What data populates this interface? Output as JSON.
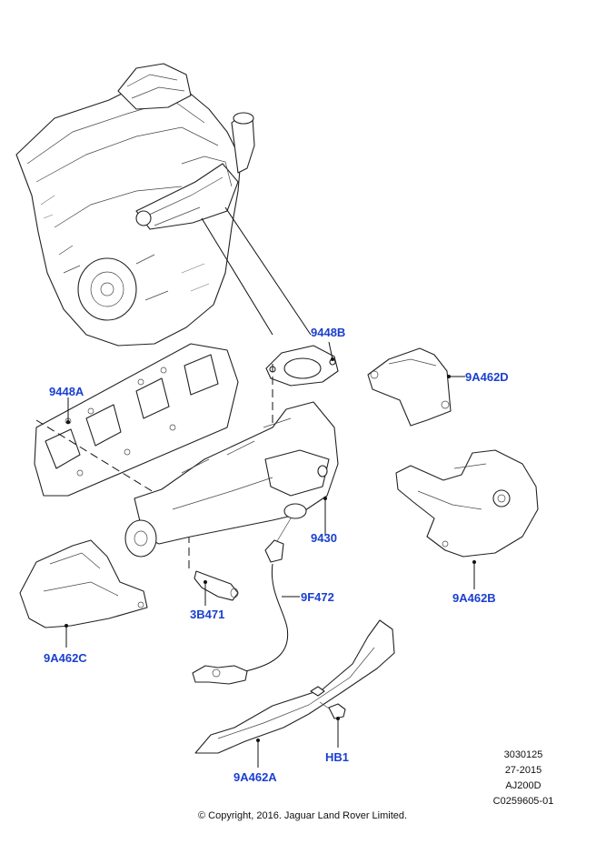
{
  "callouts": {
    "gasket_9448b": "9448B",
    "gasket_9448a": "9448A",
    "heatshield_9a462d": "9A462D",
    "manifold_9430": "9430",
    "heatshield_9a462b": "9A462B",
    "sensor_9f472": "9F472",
    "stud_3b471": "3B471",
    "heatshield_9a462c": "9A462C",
    "heatshield_9a462a": "9A462A",
    "bolt_hb1": "HB1"
  },
  "meta": {
    "code1": "3030125",
    "code2": "27-2015",
    "code3": "AJ200D",
    "code4": "C0259605-01"
  },
  "copyright": "© Copyright, 2016. Jaguar Land Rover Limited."
}
